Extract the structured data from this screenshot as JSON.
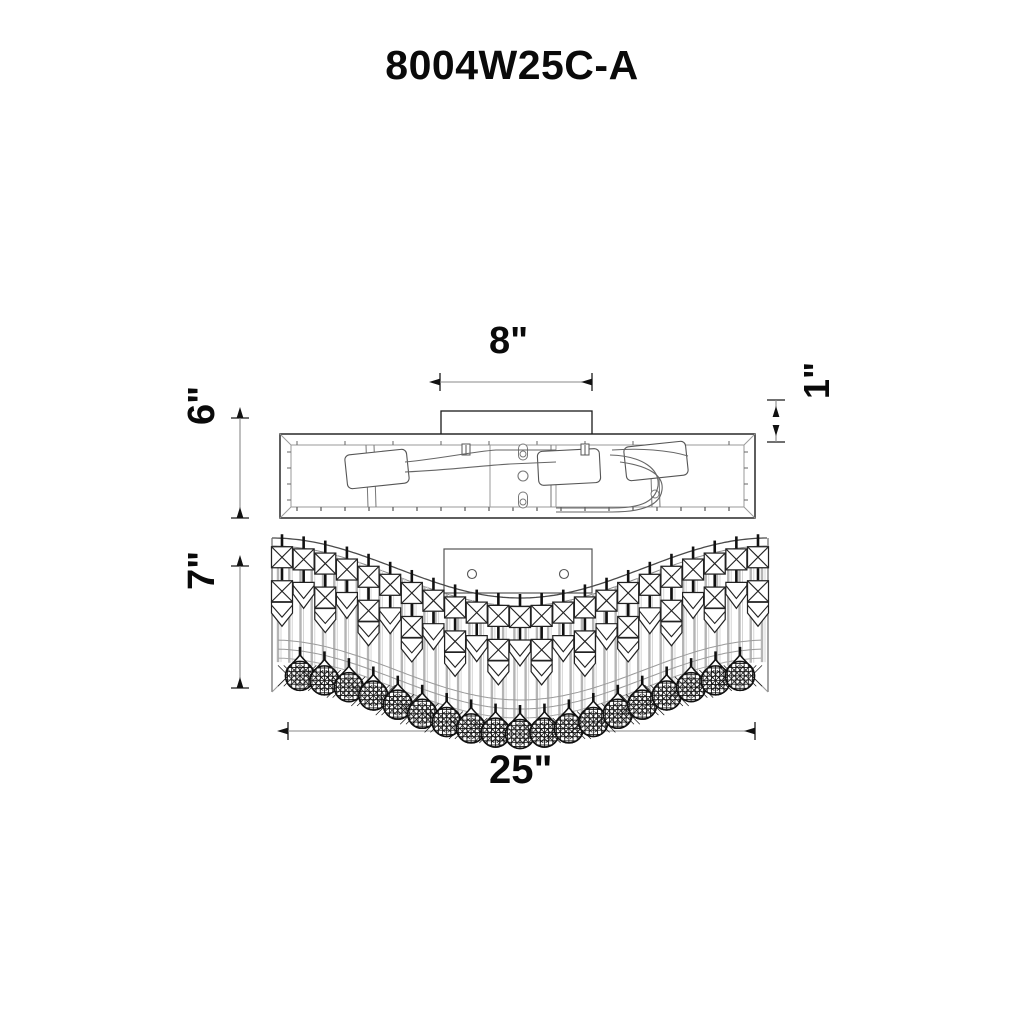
{
  "drawing": {
    "title": "8004W25C-A",
    "type": "technical-dimension-drawing",
    "subject": "wall sconce light fixture with crystal drops",
    "units": "inches",
    "background_color": "#ffffff",
    "line_color": "#1a1a1a",
    "thin_line_color": "#808080"
  },
  "dimensions": {
    "depth_top": {
      "label": "8\"",
      "value": 8,
      "view": "top",
      "orientation": "horizontal",
      "describes": "mounting plate width"
    },
    "height_top": {
      "label": "1\"",
      "value": 1,
      "view": "top",
      "orientation": "vertical",
      "describes": "mounting plate projection"
    },
    "depth_left": {
      "label": "6\"",
      "value": 6,
      "view": "top",
      "orientation": "vertical",
      "describes": "fixture depth"
    },
    "height_front": {
      "label": "7\"",
      "value": 7,
      "view": "front",
      "orientation": "vertical",
      "describes": "fixture height"
    },
    "width_front": {
      "label": "25\"",
      "value": 25,
      "view": "front",
      "orientation": "horizontal",
      "describes": "fixture overall width"
    }
  },
  "views": {
    "top": {
      "name": "Top / plan view",
      "components": [
        "mounting-plate",
        "rectangular-frame",
        "junction-box",
        "lamp-socket-left",
        "lamp-socket-center",
        "lamp-socket-right",
        "wiring-harness",
        "keyhole-slot-upper",
        "keyhole-slot-lower",
        "round-knockout"
      ]
    },
    "front": {
      "name": "Front elevation",
      "components": [
        "wave-canopy",
        "center-backplate",
        "octagon-crystal-band",
        "pendalogue-prism-row",
        "teardrop-crystal-row"
      ],
      "teardrop_crystal_count": 19,
      "backplate_screw_holes": 2
    }
  }
}
